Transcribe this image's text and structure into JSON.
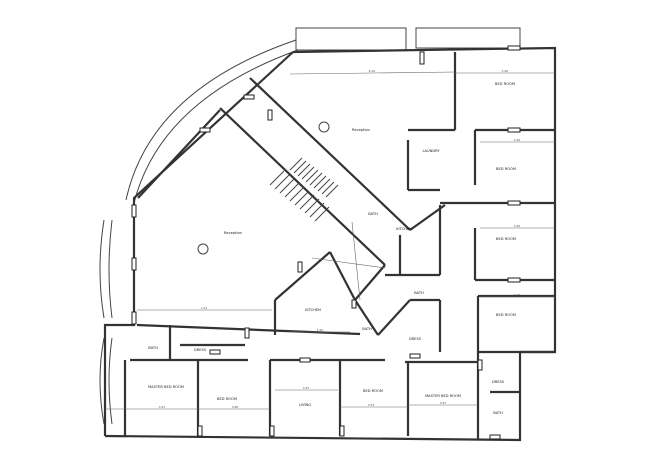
{
  "rooms": {
    "reception_top": "Reception",
    "reception_left": "Reception",
    "kitchen_center": "KITCHEN",
    "kitchen_lower": "KITCHEN",
    "bath_center": "BATH",
    "bath_right": "BATH",
    "bath_mid": "BATH",
    "laundry": "LAUNDRY",
    "bed1": "BED ROOM",
    "bed2": "BED ROOM",
    "bed3": "BED ROOM",
    "bed4": "BED ROOM",
    "dress_right": "DRESS",
    "dress_far_right": "DRESS",
    "bath_far_right": "BATH",
    "bath_left": "BATH",
    "dress_left": "DRESS",
    "master_left": "MASTER BED ROOM",
    "bed_lower_left": "BED ROOM",
    "living": "LIVING",
    "bed_lower_mid": "BED ROOM",
    "master_right": "MASTER BED ROOM"
  },
  "dimensions": {
    "top": "6.10",
    "left_bottom": "7.21",
    "kitchen": "1.50",
    "bed1": "3.90",
    "bed2": "3.90",
    "bed3": "3.90",
    "bed4": "3.77",
    "master_left": "3.67",
    "bed_lower_left": "3.80",
    "living": "3.87",
    "bed_lower_mid": "3.53",
    "master_right": "3.87"
  }
}
